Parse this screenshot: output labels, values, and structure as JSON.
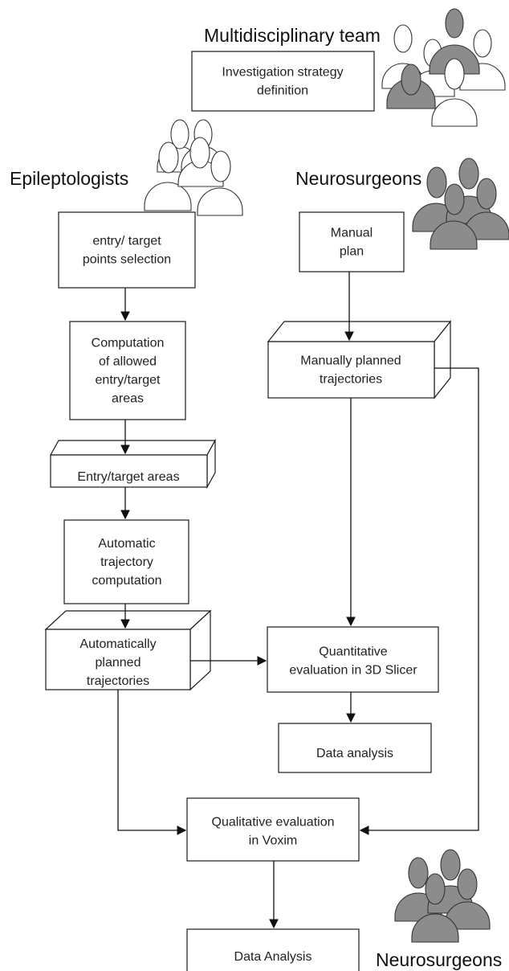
{
  "headings": {
    "multidisciplinary_team": "Multidisciplinary team",
    "epileptologists": "Epileptologists",
    "neurosurgeons_top": "Neurosurgeons",
    "neurosurgeons_bottom": "Neurosurgeons"
  },
  "nodes": {
    "strategy": [
      "Investigation strategy",
      "definition"
    ],
    "entry_selection": [
      "entry/ target",
      "points selection"
    ],
    "computation_areas": [
      "Computation",
      "of allowed",
      "entry/target",
      "areas"
    ],
    "entry_target_areas": [
      "Entry/target areas"
    ],
    "auto_computation": [
      "Automatic",
      "trajectory",
      "computation"
    ],
    "auto_planned": [
      "Automatically",
      "planned",
      "trajectories"
    ],
    "manual_plan": [
      "Manual",
      "plan"
    ],
    "manual_planned": [
      "Manually planned",
      "trajectories"
    ],
    "quantitative": [
      "Quantitative",
      "evaluation in 3D Slicer"
    ],
    "data_analysis_small": [
      "Data analysis"
    ],
    "qualitative": [
      "Qualitative evaluation",
      "in Voxim"
    ],
    "data_analysis_final": [
      "Data Analysis"
    ]
  },
  "colors": {
    "person_gray": "#8c8c8c",
    "person_white": "#ffffff",
    "line": "#111111"
  },
  "icons": {
    "team_group": "people-group-icon mixed",
    "epileptologists_group": "people-group-icon white",
    "neurosurgeons_group": "people-group-icon gray"
  }
}
